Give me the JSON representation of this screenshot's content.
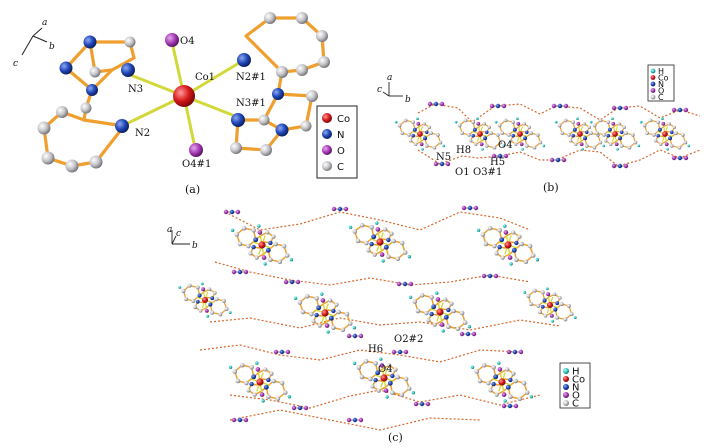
{
  "colors": {
    "co": "#d6181a",
    "n": "#1f47b8",
    "o": "#a63bb5",
    "c": "#c4c4c8",
    "h": "#30c9c4",
    "bond": "#ef9f2e",
    "coord": "#d2d83a",
    "hbond": "#d9662a"
  },
  "panel_a": {
    "caption": "(a)",
    "axes": {
      "a": "a",
      "b": "b",
      "c": "c"
    },
    "atom_labels": {
      "o4": "O4",
      "co1": "Co1",
      "n3": "N3",
      "n2": "N2",
      "n2s": "N2#1",
      "n3s": "N3#1",
      "o4s": "O4#1"
    },
    "legend": [
      {
        "label": "Co",
        "element": "co"
      },
      {
        "label": "N",
        "element": "n"
      },
      {
        "label": "O",
        "element": "o"
      },
      {
        "label": "C",
        "element": "c"
      }
    ]
  },
  "panel_b": {
    "caption": "(b)",
    "axes": {
      "a": "a",
      "b": "b",
      "c": "c"
    },
    "atom_labels": {
      "n5": "N5",
      "h8": "H8",
      "h5": "H5",
      "o4": "O4",
      "o1": "O1",
      "o3s": "O3#1"
    },
    "legend": [
      {
        "label": "H",
        "element": "h"
      },
      {
        "label": "Co",
        "element": "co"
      },
      {
        "label": "N",
        "element": "n"
      },
      {
        "label": "O",
        "element": "o"
      },
      {
        "label": "C",
        "element": "c"
      }
    ]
  },
  "panel_c": {
    "caption": "(c)",
    "axes": {
      "a": "a",
      "b": "b",
      "c": "c"
    },
    "atom_labels": {
      "h6": "H6",
      "o2s": "O2#2",
      "o4": "O4"
    },
    "legend": [
      {
        "label": "H",
        "element": "h"
      },
      {
        "label": "Co",
        "element": "co"
      },
      {
        "label": "N",
        "element": "n"
      },
      {
        "label": "O",
        "element": "o"
      },
      {
        "label": "C",
        "element": "c"
      }
    ]
  }
}
